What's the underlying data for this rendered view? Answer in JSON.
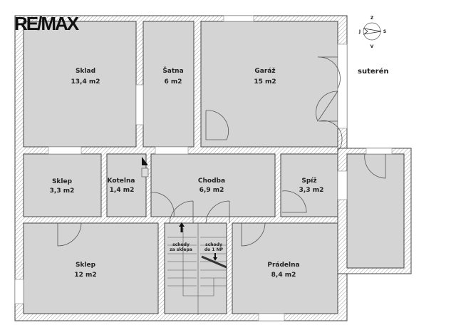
{
  "logo": "RE/MAX",
  "floor_label": "suterén",
  "compass": {
    "north": "Z",
    "west": "J",
    "east": "S",
    "south": "V"
  },
  "rooms": [
    {
      "name": "Sklad",
      "area": "13,4 m2"
    },
    {
      "name": "Šatna",
      "area": "6 m2"
    },
    {
      "name": "Garáž",
      "area": "15 m2"
    },
    {
      "name": "Sklep",
      "area": "3,3 m2"
    },
    {
      "name": "Kotelna",
      "area": "1,4 m2"
    },
    {
      "name": "Chodba",
      "area": "6,9 m2"
    },
    {
      "name": "Spíž",
      "area": "3,3 m2"
    },
    {
      "name": "Sklep",
      "area": "12 m2"
    },
    {
      "name": "Prádelna",
      "area": "8,4 m2"
    }
  ],
  "stairs": {
    "up_line1": "schody",
    "up_line2": "za sklepa",
    "down_line1": "schody",
    "down_line2": "do 1 NP"
  },
  "colors": {
    "room_fill": "#d4d4d4",
    "wall": "#444444"
  }
}
